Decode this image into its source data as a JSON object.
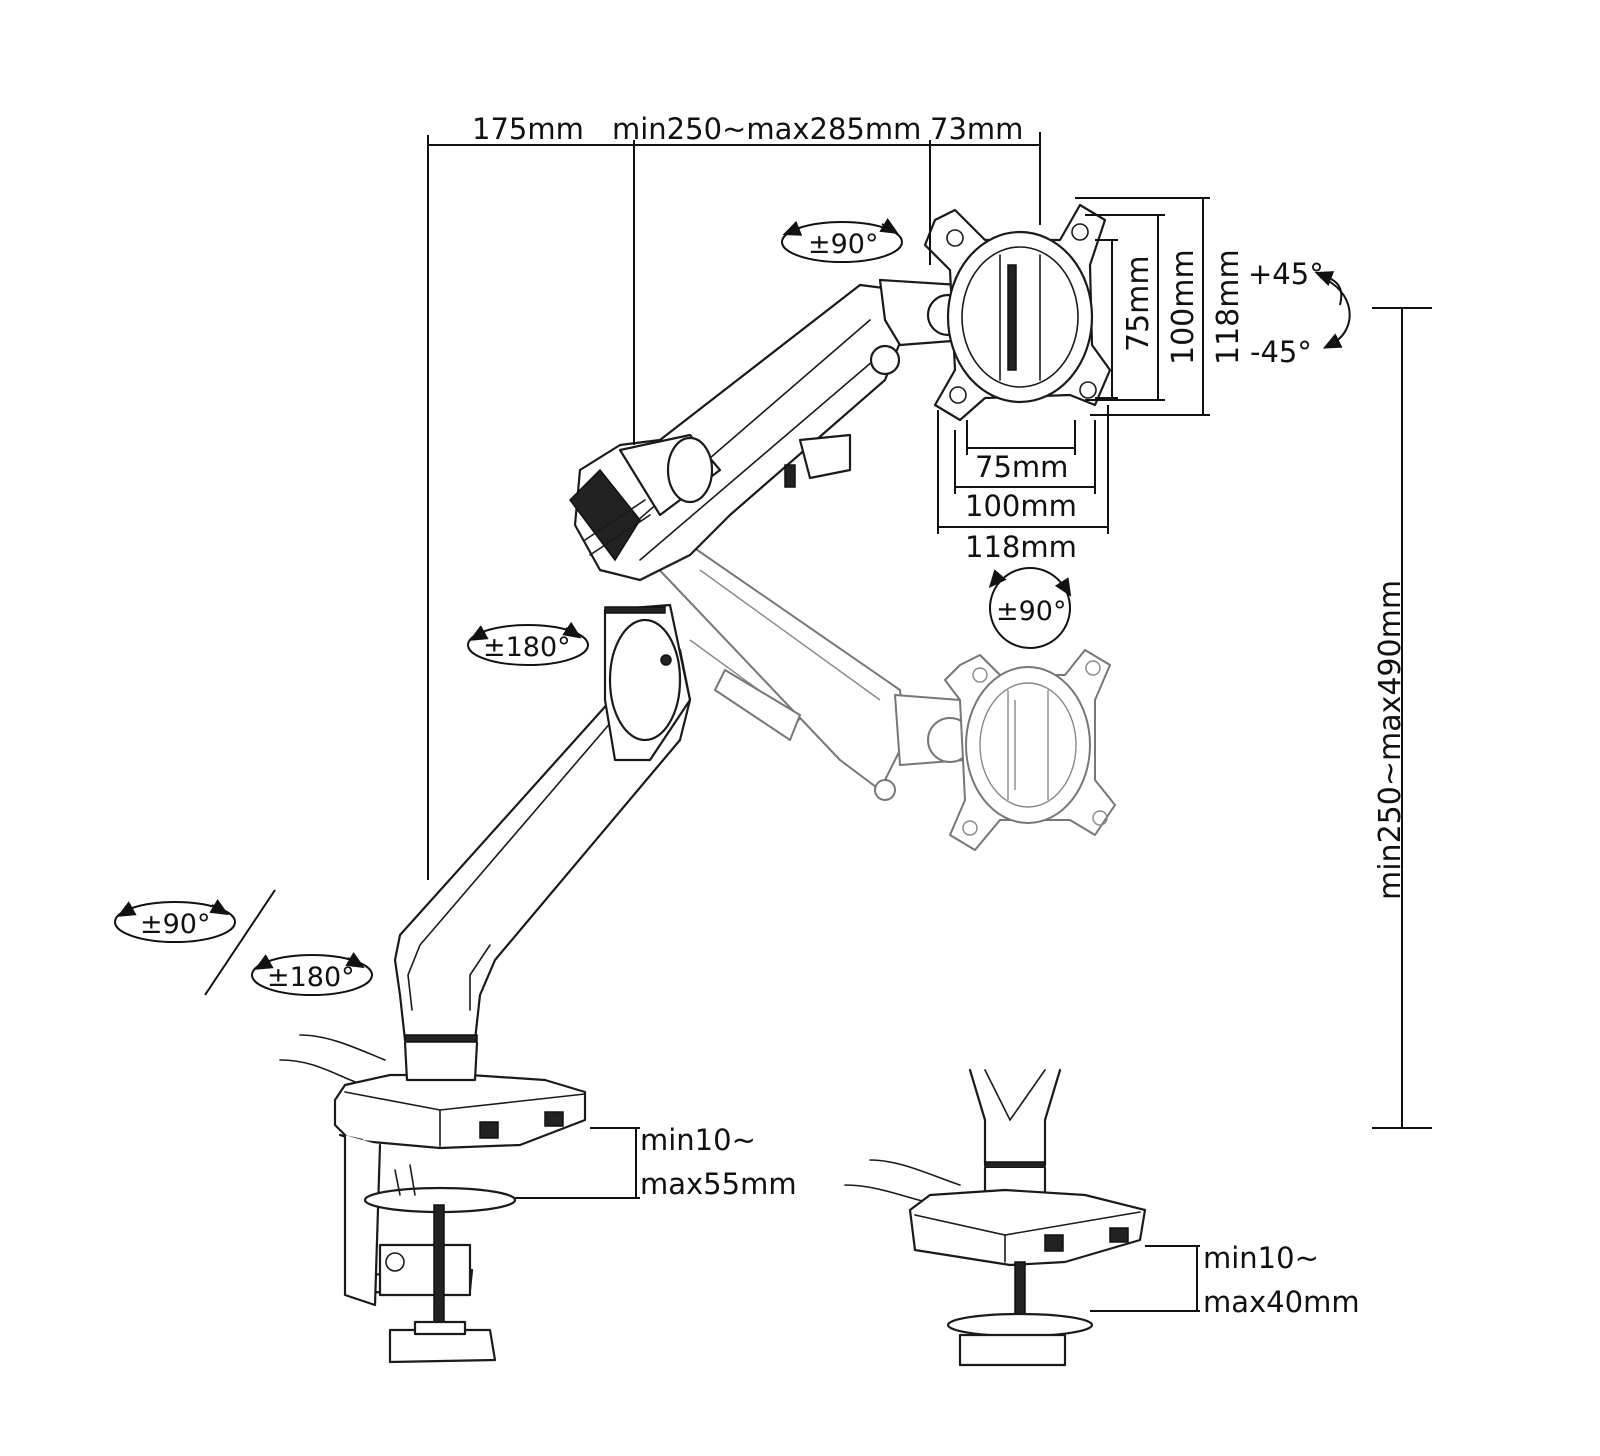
{
  "dimensions": {
    "arm_base": "175mm",
    "arm_extension": "min250~max285mm",
    "head_offset": "73mm",
    "height_range": "min250~max490mm",
    "vesa_h_75": "75mm",
    "vesa_h_100": "100mm",
    "vesa_h_118": "118mm",
    "vesa_v_75": "75mm",
    "vesa_v_100": "100mm",
    "vesa_v_118": "118mm",
    "clamp_min": "min10~",
    "clamp_max": "max55mm",
    "grommet_min": "min10~",
    "grommet_max": "max40mm"
  },
  "rotations": {
    "head_rotate": "±90°",
    "tilt_up": "+45°",
    "tilt_down": "-45°",
    "portrait_rotate": "±90°",
    "elbow_rotate": "±180°",
    "base_tilt": "±90°",
    "base_rotate": "±180°"
  }
}
